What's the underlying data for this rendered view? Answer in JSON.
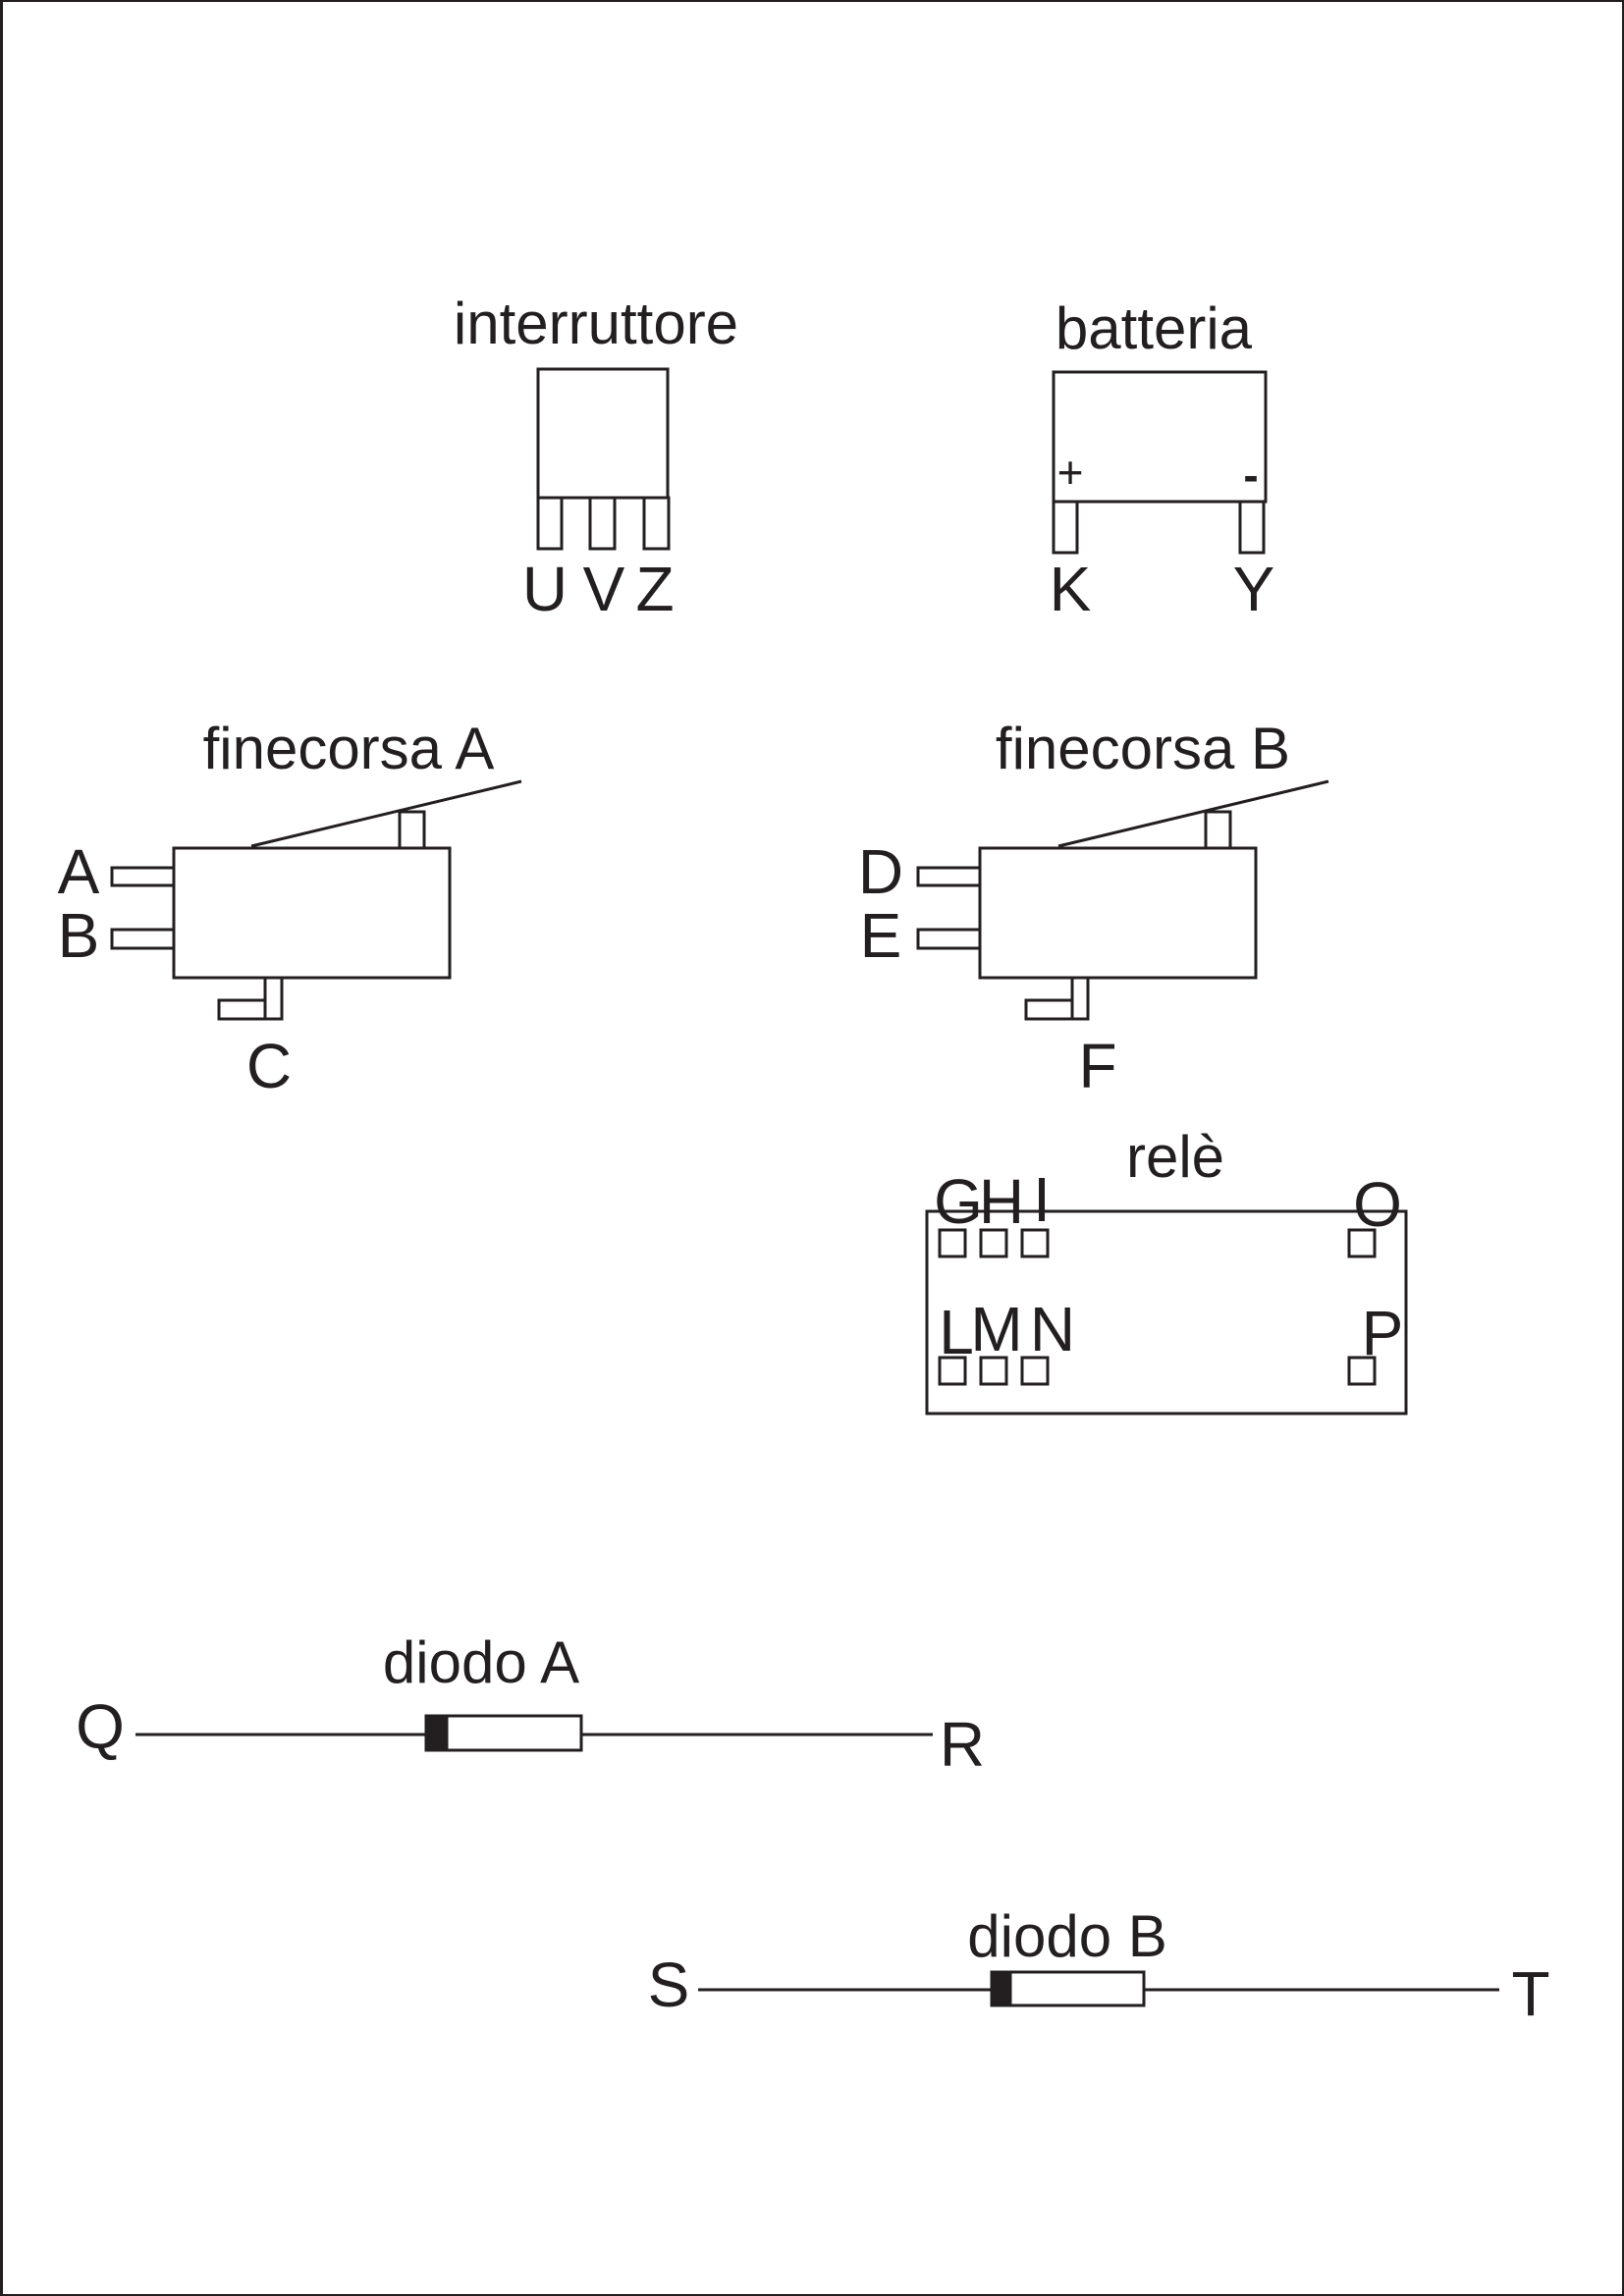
{
  "components": {
    "interruttore": {
      "title": "interruttore",
      "pins": [
        "U",
        "V",
        "Z"
      ]
    },
    "batteria": {
      "title": "batteria",
      "polarity_plus": "+",
      "polarity_minus": "-",
      "pins": [
        "K",
        "Y"
      ]
    },
    "finecorsa_a": {
      "title": "finecorsa A",
      "pins": [
        "A",
        "B",
        "C"
      ]
    },
    "finecorsa_b": {
      "title": "finecorsa B",
      "pins": [
        "D",
        "E",
        "F"
      ]
    },
    "rele": {
      "title": "relè",
      "top_pins": [
        "G",
        "H",
        "I"
      ],
      "top_right_pin": "O",
      "bottom_pins": [
        "L",
        "M",
        "N"
      ],
      "bottom_right_pin": "P"
    },
    "diodo_a": {
      "title": "diodo A",
      "left_terminal": "Q",
      "right_terminal": "R"
    },
    "diodo_b": {
      "title": "diodo B",
      "left_terminal": "S",
      "right_terminal": "T"
    }
  },
  "colors": {
    "ink": "#231f20",
    "paper": "#ffffff"
  }
}
